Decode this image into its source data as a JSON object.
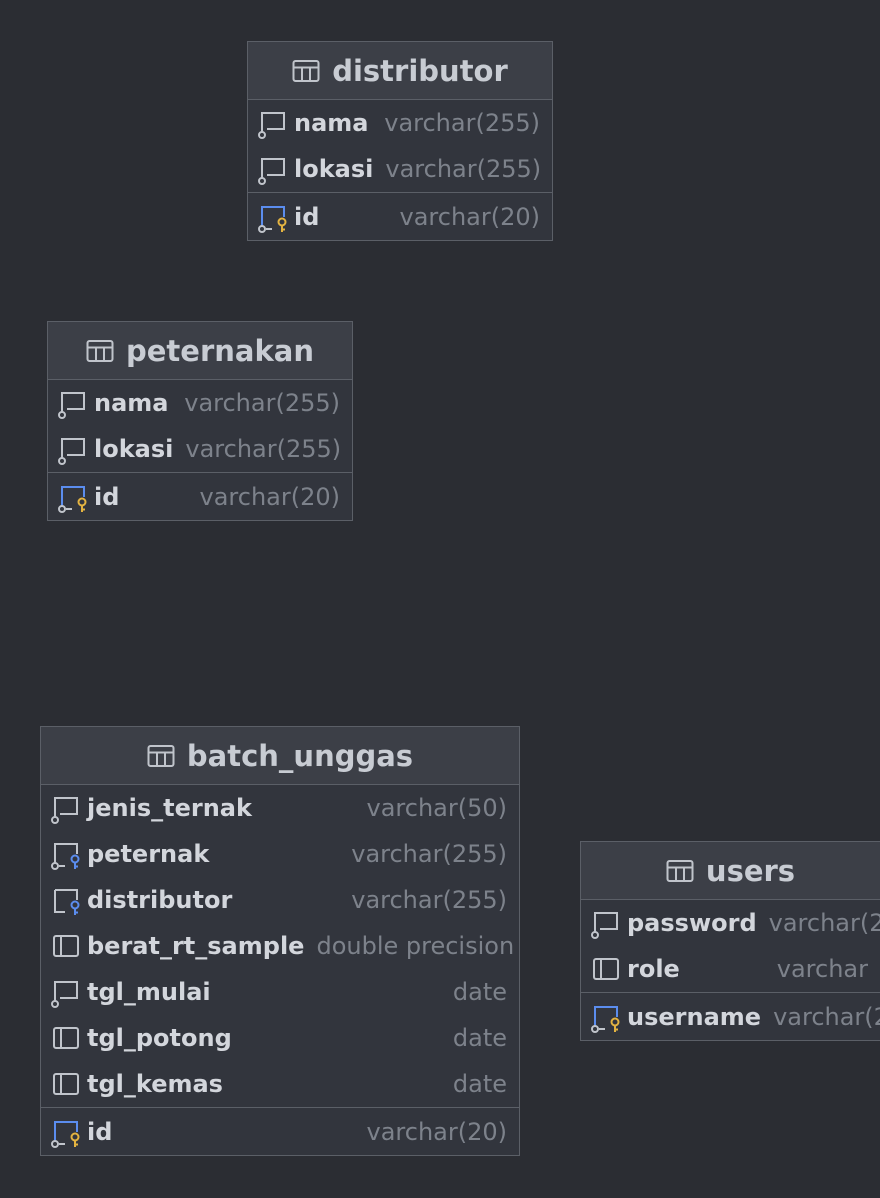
{
  "tables": {
    "distributor": {
      "name": "distributor",
      "columns": [
        {
          "name": "nama",
          "type": "varchar(255)",
          "icon": "nullable-column-icon"
        },
        {
          "name": "lokasi",
          "type": "varchar(255)",
          "icon": "nullable-column-icon"
        }
      ],
      "pk": {
        "name": "id",
        "type": "varchar(20)",
        "icon": "primary-key-icon"
      }
    },
    "peternakan": {
      "name": "peternakan",
      "columns": [
        {
          "name": "nama",
          "type": "varchar(255)",
          "icon": "nullable-column-icon"
        },
        {
          "name": "lokasi",
          "type": "varchar(255)",
          "icon": "nullable-column-icon"
        }
      ],
      "pk": {
        "name": "id",
        "type": "varchar(20)",
        "icon": "primary-key-icon"
      }
    },
    "batch_unggas": {
      "name": "batch_unggas",
      "columns": [
        {
          "name": "jenis_ternak",
          "type": "varchar(50)",
          "icon": "nullable-column-icon"
        },
        {
          "name": "peternak",
          "type": "varchar(255)",
          "icon": "foreign-key-icon"
        },
        {
          "name": "distributor",
          "type": "varchar(255)",
          "icon": "foreign-key-icon"
        },
        {
          "name": "berat_rt_sample",
          "type": "double precision",
          "icon": "column-icon"
        },
        {
          "name": "tgl_mulai",
          "type": "date",
          "icon": "nullable-column-icon"
        },
        {
          "name": "tgl_potong",
          "type": "date",
          "icon": "column-icon"
        },
        {
          "name": "tgl_kemas",
          "type": "date",
          "icon": "column-icon"
        }
      ],
      "pk": {
        "name": "id",
        "type": "varchar(20)",
        "icon": "primary-key-icon"
      }
    },
    "users": {
      "name": "users",
      "columns": [
        {
          "name": "password",
          "type": "varchar(2",
          "icon": "nullable-column-icon"
        },
        {
          "name": "role",
          "type": "varchar",
          "icon": "column-icon"
        }
      ],
      "pk": {
        "name": "username",
        "type": "varchar(2",
        "icon": "primary-key-icon"
      }
    }
  },
  "colors": {
    "background": "#2b2d33",
    "header": "#3c3f47",
    "border": "#5b5f67",
    "key_yellow": "#e3b341",
    "fk_blue": "#5b8def"
  }
}
